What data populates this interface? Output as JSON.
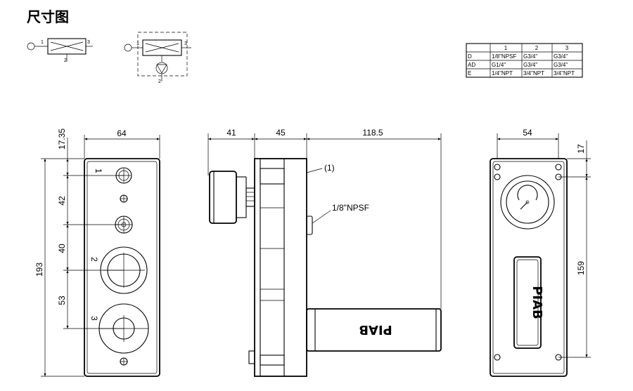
{
  "title": "尺寸图",
  "symbols": {
    "port1": "1",
    "port2": "2",
    "port3": "3"
  },
  "table": {
    "headers": [
      "",
      "1",
      "2",
      "3"
    ],
    "rows": [
      [
        "D",
        "1/8\"NPSF",
        "G3/4\"",
        "G3/4\""
      ],
      [
        "AD",
        "G1/4\"",
        "G3/4\"",
        "G3/4\""
      ],
      [
        "E",
        "1/4\"NPT",
        "3/4\"NPT",
        "3/4\"NPT"
      ]
    ]
  },
  "front": {
    "width": "64",
    "top_offset": "17.35",
    "height": "193",
    "dim_a": "42",
    "dim_b": "40",
    "dim_c": "53",
    "port1": "1",
    "port2": "2",
    "port3": "3"
  },
  "side": {
    "dim_a": "41",
    "dim_b": "45",
    "dim_c": "118.5",
    "callout": "(1)",
    "thread": "1/8\"NPSF",
    "logo": "PIAB"
  },
  "back": {
    "width": "54",
    "top_offset": "17",
    "height": "159",
    "logo": "PIAB"
  }
}
